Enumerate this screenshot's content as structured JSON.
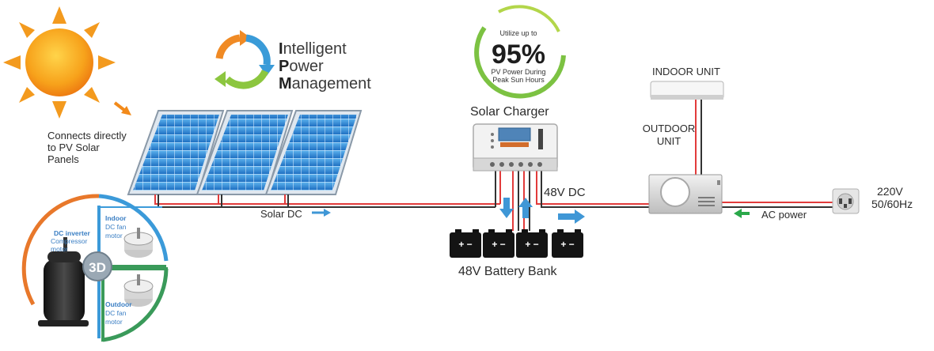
{
  "connects_text": [
    "Connects directly",
    "to PV Solar",
    "Panels"
  ],
  "power_mgmt": {
    "line1_first": "I",
    "line1_rest": "ntelligent",
    "line2_first": "P",
    "line2_rest": "ower",
    "line3_first": "M",
    "line3_rest": "anagement"
  },
  "badge": {
    "top": "Utilize up to",
    "big": "95%",
    "line1": "PV Power During",
    "line2": "Peak Sun Hours"
  },
  "solar_charger_label": "Solar Charger",
  "dc48_label": "48V DC",
  "solar_dc_label": "Solar DC",
  "indoor_unit_label": "INDOOR UNIT",
  "outdoor_unit_label": [
    "OUTDOOR",
    "UNIT"
  ],
  "ac_power_label": "AC power",
  "grid_label": [
    "220V",
    "50/60Hz"
  ],
  "battery_bank_label": "48V Battery Bank",
  "battery_terminals": "+ −",
  "motor_circle": {
    "center_label": "3D",
    "compressor": [
      "DC inverter",
      "Compressor",
      "motor"
    ],
    "indoor": [
      "Indoor",
      "DC fan",
      "motor"
    ],
    "outdoor": [
      "Outdoor",
      "DC fan",
      "motor"
    ]
  },
  "colors": {
    "wire_red": "#e23b3b",
    "wire_dark": "#333333",
    "flow_blue": "#3f97d6",
    "ac_green": "#2aa84a",
    "sun_orange": "#f39a1e",
    "panel_blue": "#2b7fd0",
    "ring_blue": "#3b9ad9",
    "ring_green": "#3a9a5a",
    "ring_orange": "#e8782b"
  }
}
